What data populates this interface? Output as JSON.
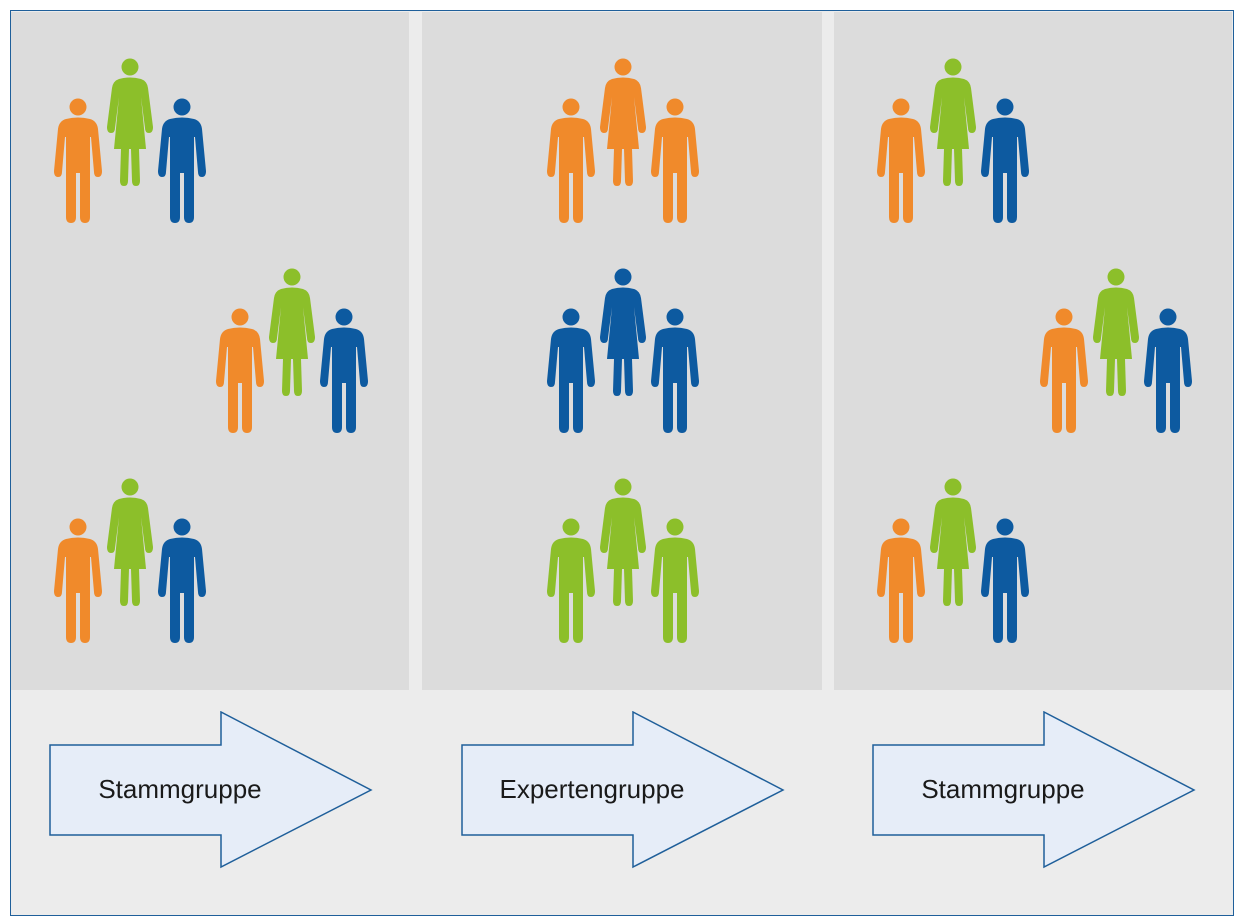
{
  "colors": {
    "orange": "#f08a2b",
    "green": "#8cbf2a",
    "blue": "#0d5aa0",
    "frame_border": "#1f5f9a",
    "panel_bg": "#dcdcdc",
    "bottom_bg": "#ececec",
    "arrow_fill": "#e6edf8",
    "arrow_stroke": "#1f5f9a"
  },
  "columns": [
    {
      "arrow_label": "Stammgruppe",
      "groups": [
        [
          "orange-male",
          "green-female",
          "blue-male"
        ],
        [
          "orange-male",
          "green-female",
          "blue-male"
        ],
        [
          "orange-male",
          "green-female",
          "blue-male"
        ]
      ]
    },
    {
      "arrow_label": "Expertengruppe",
      "groups": [
        [
          "orange-male",
          "orange-female",
          "orange-male"
        ],
        [
          "blue-male",
          "blue-female",
          "blue-male"
        ],
        [
          "green-male",
          "green-female",
          "green-male"
        ]
      ]
    },
    {
      "arrow_label": "Stammgruppe",
      "groups": [
        [
          "orange-male",
          "green-female",
          "blue-male"
        ],
        [
          "orange-male",
          "green-female",
          "blue-male"
        ],
        [
          "orange-male",
          "green-female",
          "blue-male"
        ]
      ]
    }
  ]
}
